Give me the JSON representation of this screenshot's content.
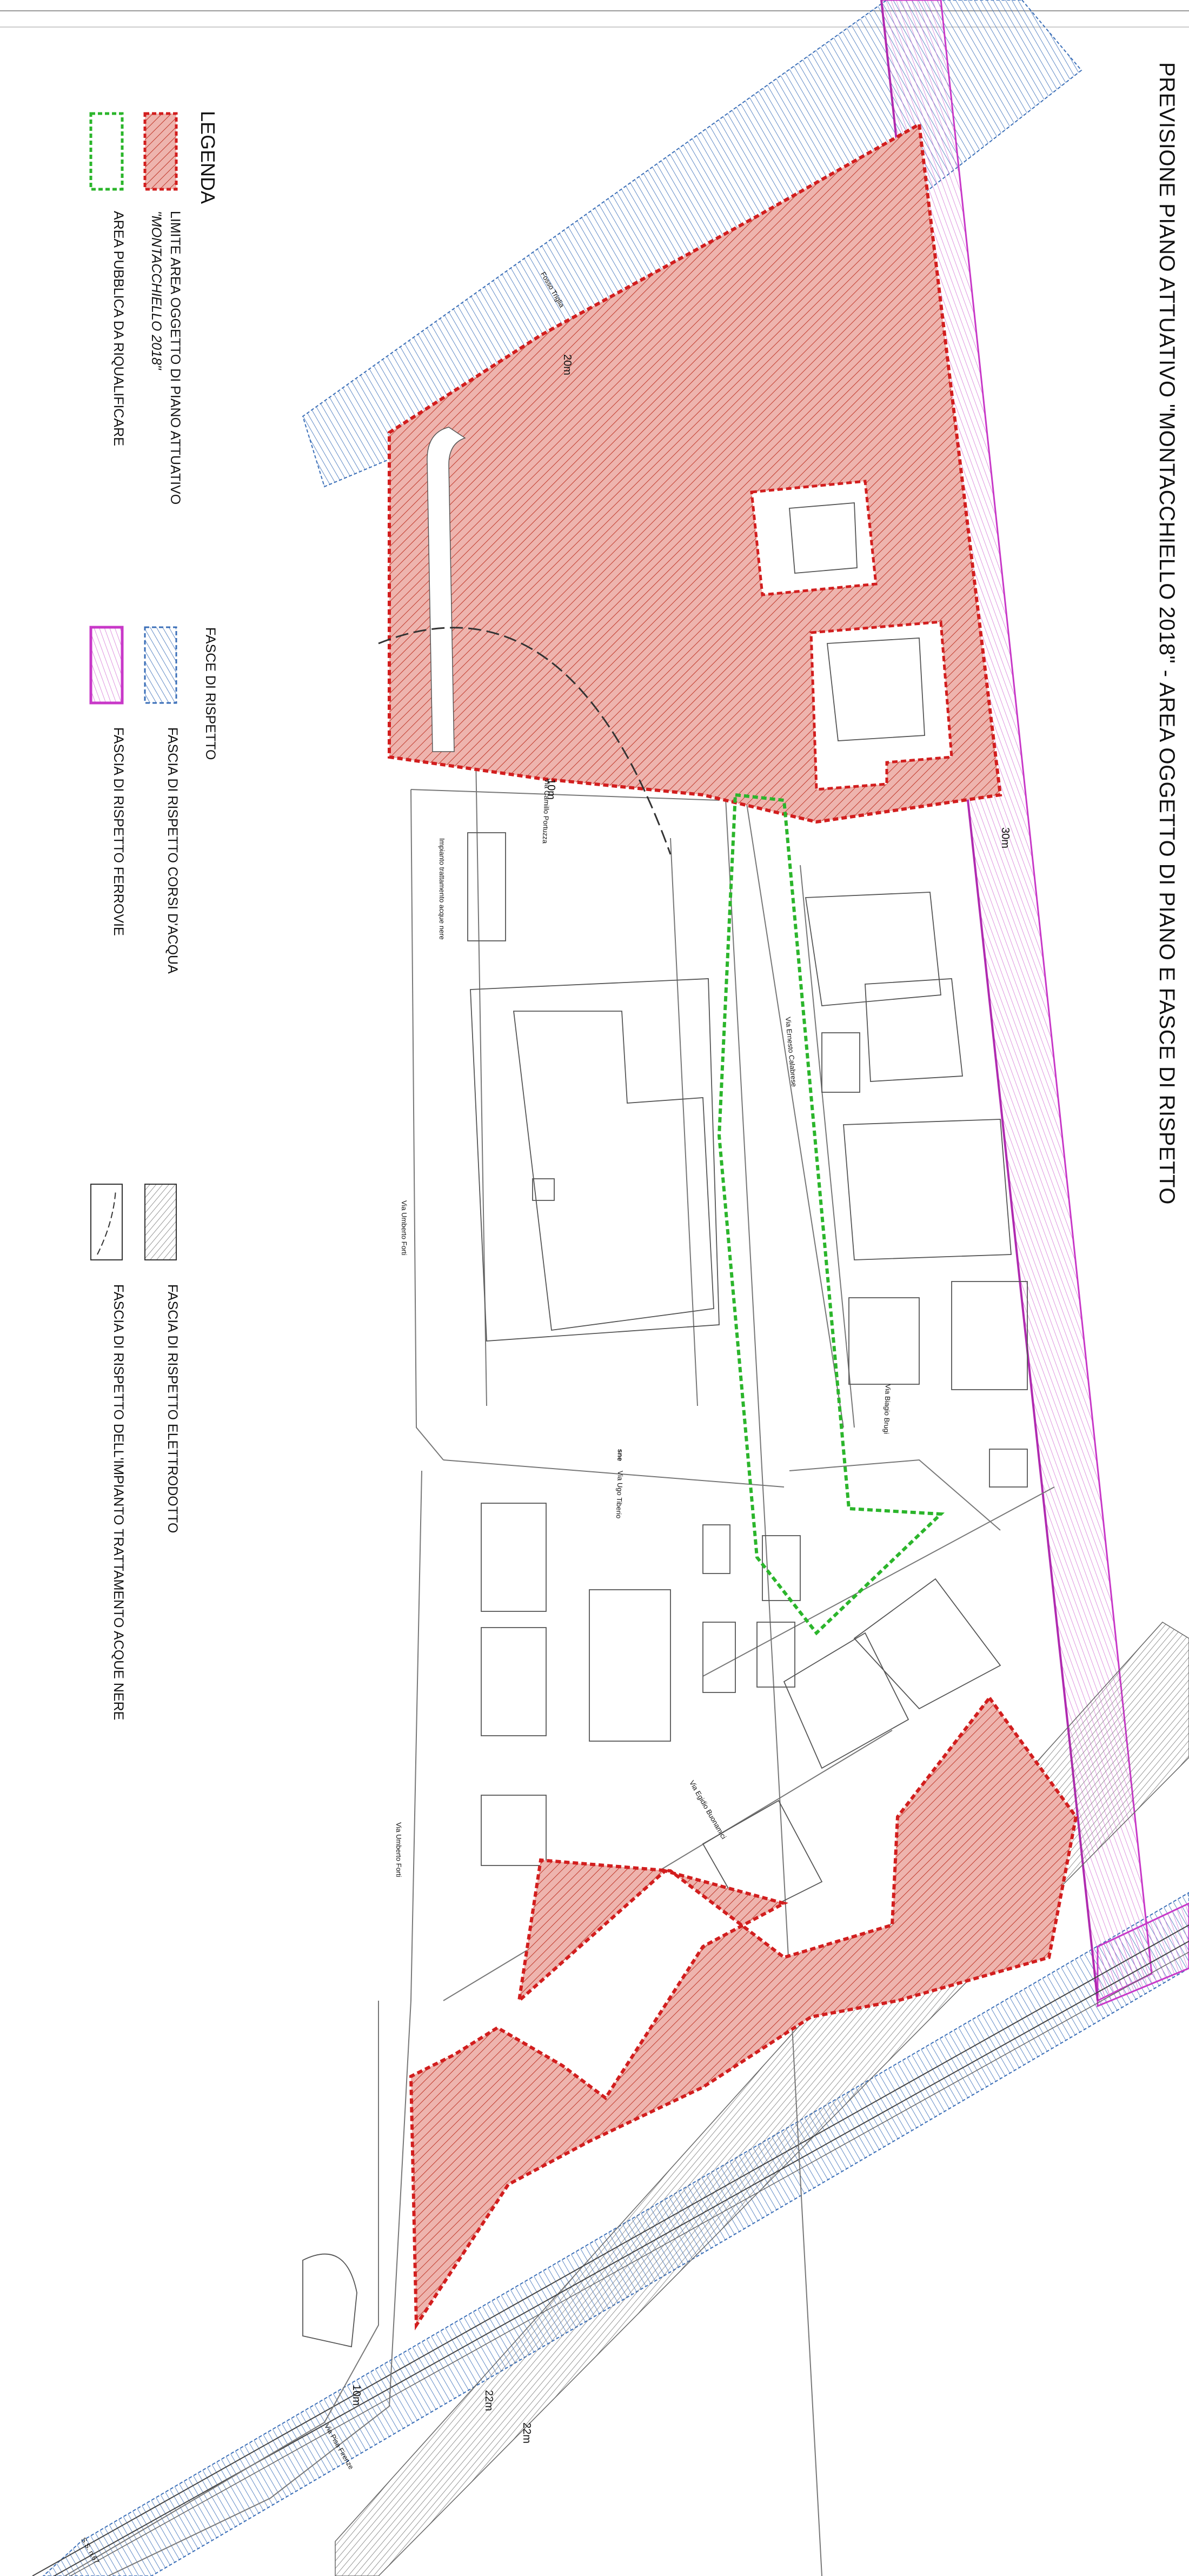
{
  "title": "PREVISIONE PIANO ATTUATIVO \"MONTACCHIELLO 2018\" - AREA OGGETTO DI PIANO E FASCE DI RISPETTO",
  "legend": {
    "heading": "LEGENDA",
    "items": [
      {
        "line1": "LIMITE AREA OGGETTO DI PIANO ATTUATIVO",
        "line2": "\"MONTACCHIELLO 2018\""
      },
      {
        "line1": "AREA PUBBLICA DA RIQUALIFICARE"
      }
    ],
    "fasce_heading": "FASCE DI RISPETTO",
    "fasce": [
      {
        "label": "FASCIA DI RISPETTO CORSI D'ACQUA"
      },
      {
        "label": "FASCIA DI RISPETTO FERROVIE"
      },
      {
        "label": "FASCIA DI RISPETTO ELETTRODOTTO"
      },
      {
        "label": "FASCIA DI RISPETTO DELL'IMPIANTO TRATTAMENTO ACQUE NERE"
      }
    ]
  },
  "colors": {
    "piano_boundary": "#d21e1e",
    "piano_fill": "#e8a7a1",
    "public_area": "#2bb52b",
    "water_band": "#3b6fb8",
    "rail_band": "#c838c8",
    "power_band": "#555555"
  },
  "streets": {
    "portuzza": "Via Camillo Portuzza",
    "impianto": "Impianto trattamento acque nere",
    "calabrese": "Via Ernesto Calabrese",
    "forti1": "Via Umberto Forti",
    "tiberio": "Via Ugo Tiberio",
    "biagio": "Via Biagio Brugi",
    "buonamici": "Via Egidio Buonamici",
    "forti2": "Via Umberto Forti",
    "pisa_firenze": "Via Pisa Firenze",
    "ss": "S.S. n.67",
    "fosso": "Fosso Triglia",
    "sne": "sne"
  },
  "distances": {
    "d20": "20m",
    "d10a": "10m",
    "d30": "30m",
    "d10b": "10m",
    "d22a": "22m",
    "d22b": "22m"
  }
}
